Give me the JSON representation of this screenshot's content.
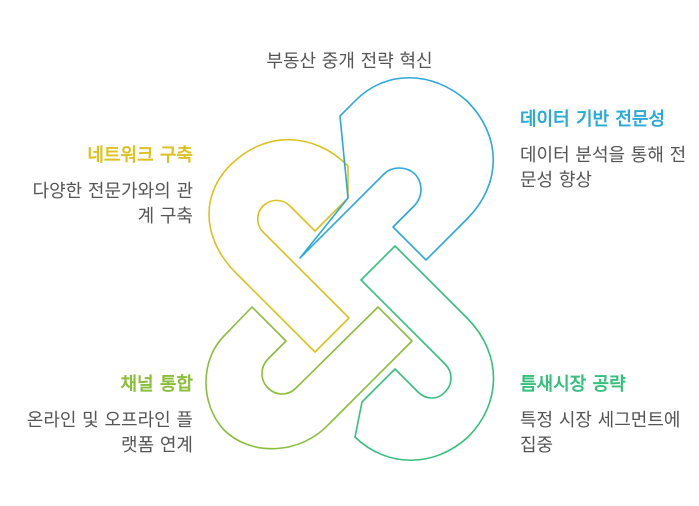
{
  "title": "부동산 중개 전략 혁신",
  "colors": {
    "yellow": "#DDC21F",
    "blue": "#2AA9DB",
    "lime": "#8BBE3A",
    "green": "#35C07C",
    "text": "#555555"
  },
  "blocks": {
    "top_left": {
      "heading": "네트워크 구축",
      "description": "다양한 전문가와의 관계 구축",
      "color": "#DDC21F"
    },
    "top_right": {
      "heading": "데이터 기반 전문성",
      "description": "데이터 분석을 통해 전문성 향상",
      "color": "#2AA9DB"
    },
    "bottom_left": {
      "heading": "채널 통합",
      "description": "온라인 및 오프라인 플랫폼 연계",
      "color": "#8BBE3A"
    },
    "bottom_right": {
      "heading": "틈새시장 공략",
      "description": "특정 시장 세그먼트에 집중",
      "color": "#35C07C"
    }
  }
}
